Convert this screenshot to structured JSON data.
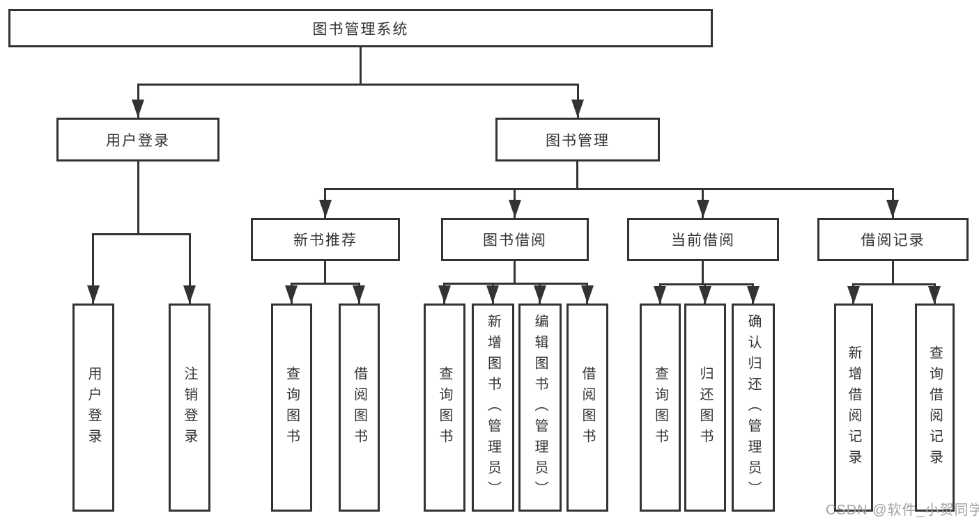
{
  "diagram": {
    "kind": "hierarchy-tree",
    "title": "图书管理系统"
  },
  "tree": {
    "root": {
      "label": "图书管理系统",
      "children": [
        {
          "label": "用户登录",
          "children": [
            {
              "label": "用户登录"
            },
            {
              "label": "注销登录"
            }
          ]
        },
        {
          "label": "图书管理",
          "children": [
            {
              "label": "新书推荐",
              "children": [
                {
                  "label": "查询图书"
                },
                {
                  "label": "借阅图书"
                }
              ]
            },
            {
              "label": "图书借阅",
              "children": [
                {
                  "label": "查询图书"
                },
                {
                  "label": "新增图书（管理员）"
                },
                {
                  "label": "编辑图书（管理员）"
                },
                {
                  "label": "借阅图书"
                }
              ]
            },
            {
              "label": "当前借阅",
              "children": [
                {
                  "label": "查询图书"
                },
                {
                  "label": "归还图书"
                },
                {
                  "label": "确认归还（管理员）"
                }
              ]
            },
            {
              "label": "借阅记录",
              "children": [
                {
                  "label": "新增借阅记录"
                },
                {
                  "label": "查询借阅记录"
                }
              ]
            }
          ]
        }
      ]
    }
  },
  "watermark": {
    "text": "CSDN @软件_小贺同学"
  },
  "colors": {
    "line": "#333333",
    "text": "#333333",
    "background": "#ffffff",
    "watermark": "#a3a3a3"
  }
}
